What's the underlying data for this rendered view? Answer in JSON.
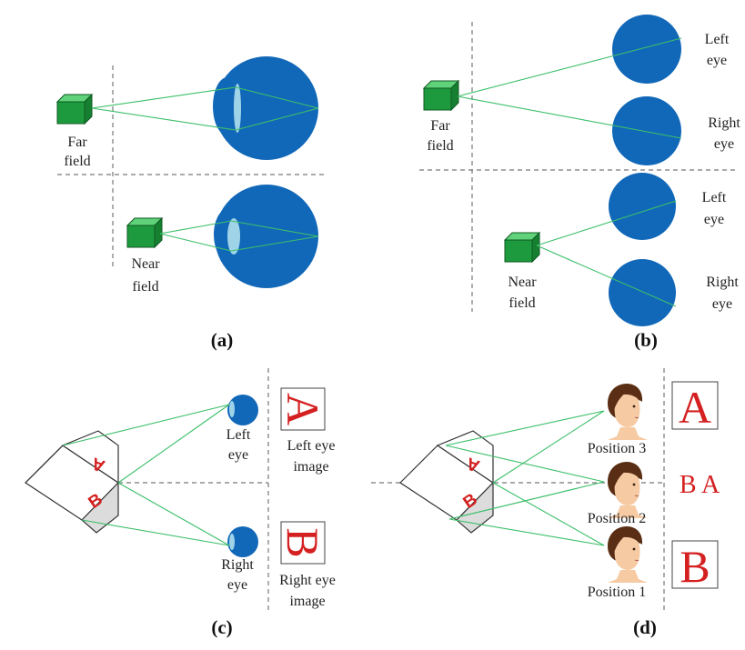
{
  "colors": {
    "eye": "#1168b8",
    "lens": "#9fd3e8",
    "box_front": "#1e9a3e",
    "box_top": "#5fd27a",
    "box_side": "#168030",
    "ray": "#3cbf6a",
    "letter": "#d42020",
    "cube_shade": "#dcdcdc"
  },
  "panels": {
    "a": {
      "caption": "(a)",
      "far_label": [
        "Far",
        "field"
      ],
      "near_label": [
        "Near",
        "field"
      ]
    },
    "b": {
      "caption": "(b)",
      "far_label": [
        "Far",
        "field"
      ],
      "near_label": [
        "Near",
        "field"
      ],
      "left_eye": [
        "Left",
        "eye"
      ],
      "right_eye": [
        "Right",
        "eye"
      ]
    },
    "c": {
      "caption": "(c)",
      "left_eye": [
        "Left",
        "eye"
      ],
      "right_eye": [
        "Right",
        "eye"
      ],
      "left_image_label": [
        "Left eye",
        "image"
      ],
      "right_image_label": [
        "Right eye",
        "image"
      ],
      "left_image_letter": "A",
      "right_image_letter": "B",
      "cube_letters": [
        "A",
        "B"
      ]
    },
    "d": {
      "caption": "(d)",
      "positions": [
        "Position 3",
        "Position 2",
        "Position 1"
      ],
      "images": [
        "A",
        "B A",
        "B"
      ],
      "cube_letters": [
        "A",
        "B"
      ]
    }
  },
  "icons": [
    "eye-icon",
    "box-icon",
    "head-icon",
    "cube-icon"
  ]
}
